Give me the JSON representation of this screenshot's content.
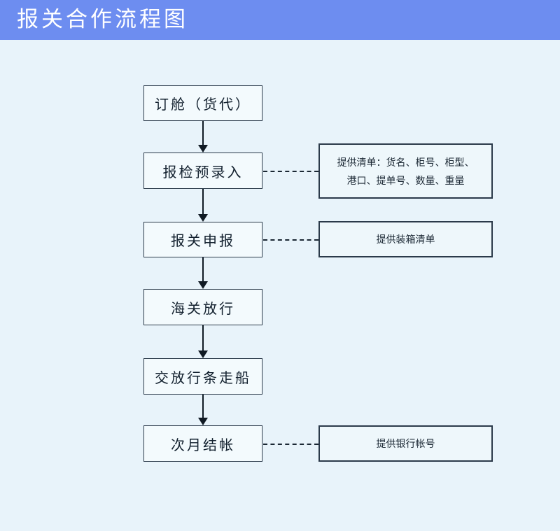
{
  "header": {
    "title": "报关合作流程图",
    "banner_color": "#6d8df0",
    "title_color": "#ffffff"
  },
  "canvas": {
    "background_color": "#e8f3fa",
    "line_color": "#101a24",
    "box_fill": "#f3fafd",
    "box_border": "#2b3a4a"
  },
  "flow": {
    "steps": [
      {
        "id": "step-1",
        "label": "订舱（货代）"
      },
      {
        "id": "step-2",
        "label": "报检预录入"
      },
      {
        "id": "step-3",
        "label": "报关申报"
      },
      {
        "id": "step-4",
        "label": "海关放行"
      },
      {
        "id": "step-5",
        "label": "交放行条走船"
      },
      {
        "id": "step-6",
        "label": "次月结帐"
      }
    ],
    "notes": [
      {
        "id": "note-1",
        "attached_to": "step-2",
        "line_1": "提供清单：货名、柜号、柜型、",
        "line_2": "港口、提单号、数量、重量"
      },
      {
        "id": "note-2",
        "attached_to": "step-3",
        "line_1": "提供装箱清单"
      },
      {
        "id": "note-3",
        "attached_to": "step-6",
        "line_1": "提供银行帐号"
      }
    ]
  }
}
